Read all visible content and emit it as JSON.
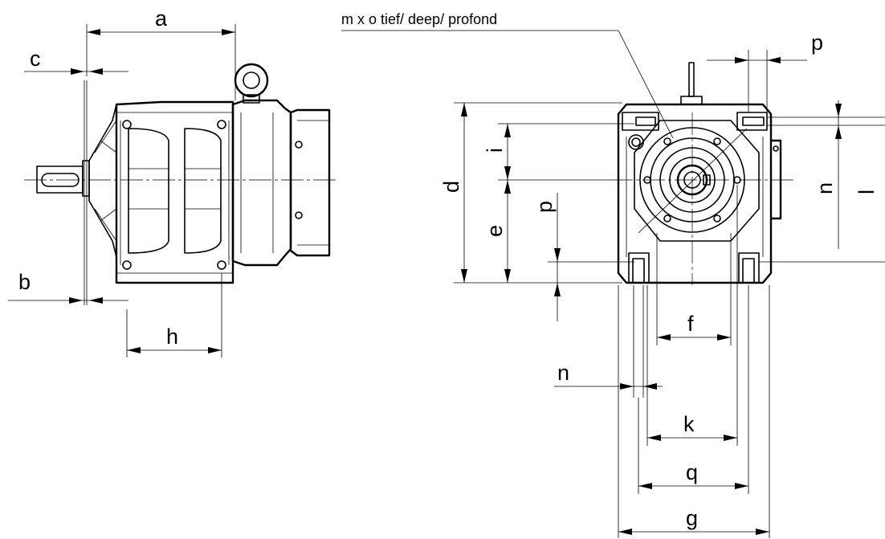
{
  "note_text": "m x o  tief/ deep/ profond",
  "labels": {
    "a": "a",
    "b": "b",
    "c": "c",
    "h": "h",
    "d": "d",
    "e": "e",
    "i": "i",
    "p_vert": "p",
    "p_top": "p",
    "n_right": "n",
    "l_right": "l",
    "f": "f",
    "n_bottom": "n",
    "k": "k",
    "q": "q",
    "g": "g"
  }
}
